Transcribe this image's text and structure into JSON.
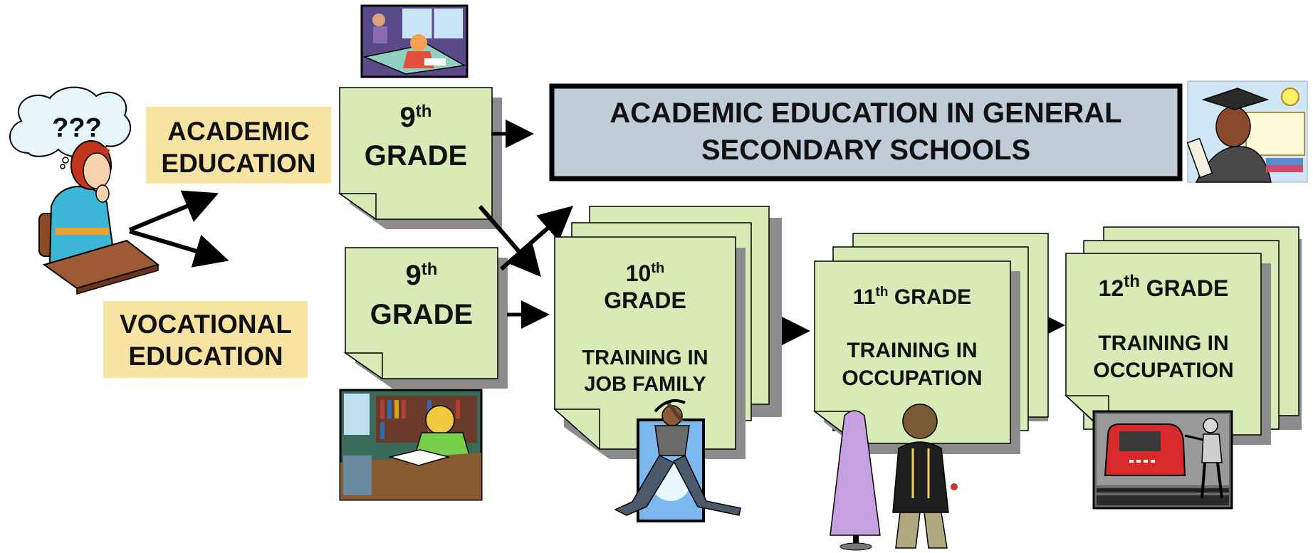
{
  "thought_bubble": {
    "text": "???"
  },
  "choices": {
    "academic": {
      "line1": "ACADEMIC",
      "line2": "EDUCATION"
    },
    "vocational": {
      "line1": "VOCATIONAL",
      "line2": "EDUCATION"
    }
  },
  "grade9_academic": {
    "number": "9",
    "suffix": "th",
    "word": "GRADE"
  },
  "grade9_vocational": {
    "number": "9",
    "suffix": "th",
    "word": "GRADE"
  },
  "academic_result": {
    "line1": "ACADEMIC EDUCATION IN GENERAL",
    "line2": "SECONDARY SCHOOLS"
  },
  "grade10": {
    "number": "10",
    "suffix": "th",
    "word": "GRADE",
    "line1": "TRAINING IN",
    "line2": "JOB FAMILY"
  },
  "grade11": {
    "number": "11",
    "suffix": "th",
    "word": "GRADE",
    "line1": "TRAINING IN",
    "line2": "OCCUPATION"
  },
  "grade12": {
    "number": "12",
    "suffix": "th",
    "word": "GRADE",
    "line1": "TRAINING IN",
    "line2": "OCCUPATION"
  },
  "colors": {
    "note_fill": "#d7ebb7",
    "label_fill": "#f8e4a2",
    "result_fill": "#c0ccd8",
    "shadow": "#8c8c8c"
  }
}
